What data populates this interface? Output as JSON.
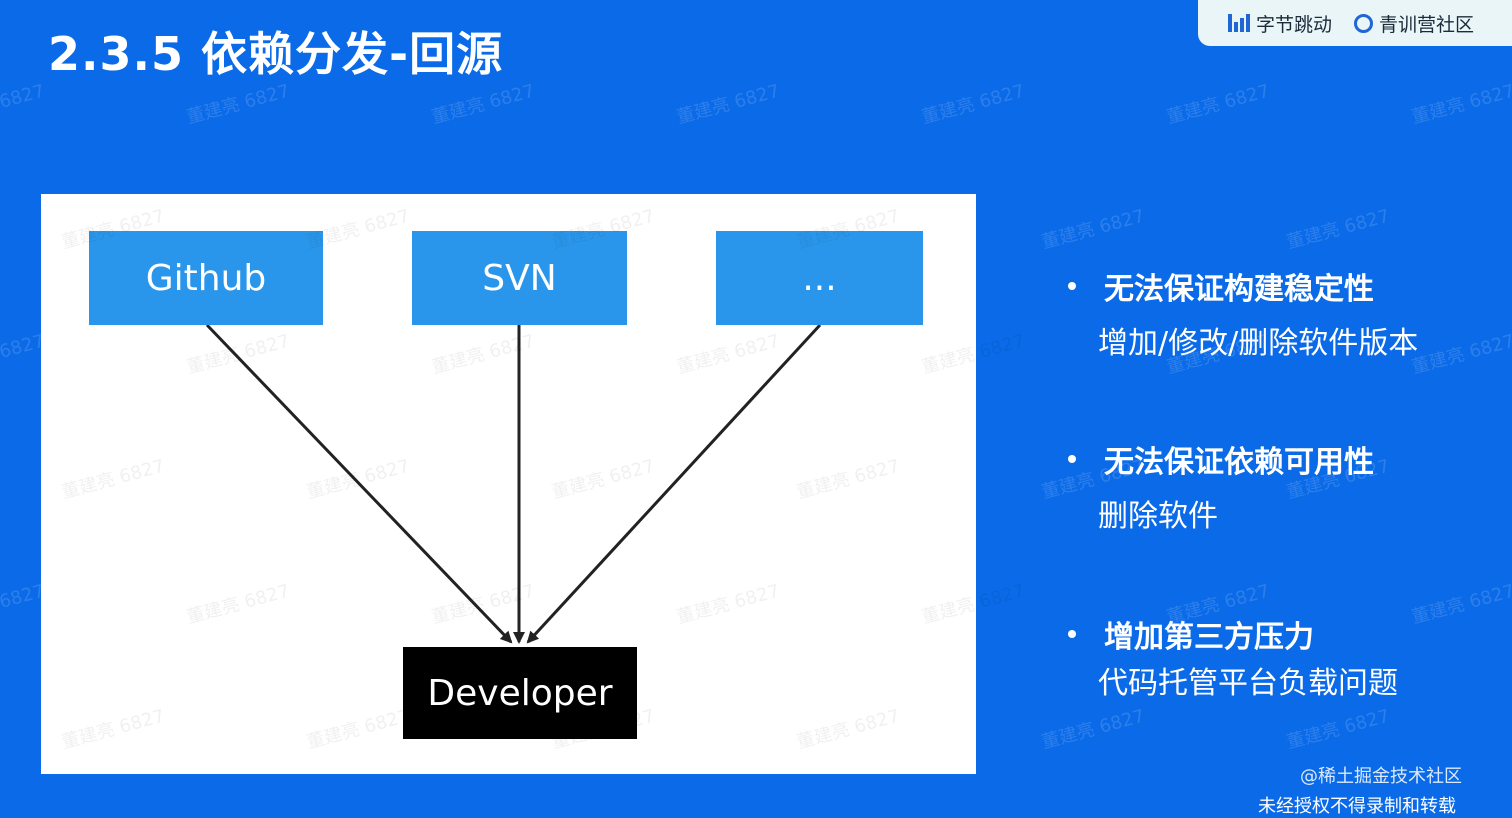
{
  "slide": {
    "title": "2.3.5 依赖分发-回源"
  },
  "brand": {
    "company": "字节跳动",
    "community": "青训营社区"
  },
  "diagram": {
    "sources": [
      {
        "label": "Github"
      },
      {
        "label": "SVN"
      },
      {
        "label": "..."
      }
    ],
    "target": {
      "label": "Developer"
    }
  },
  "bullets": [
    {
      "head": "无法保证构建稳定性",
      "sub": "增加/修改/删除软件版本"
    },
    {
      "head": "无法保证依赖可用性",
      "sub": "删除软件"
    },
    {
      "head": "增加第三方压力",
      "sub": "代码托管平台负载问题"
    }
  ],
  "watermark": {
    "text": "董建亮 6827"
  },
  "footer": {
    "source": "@稀土掘金技术社区",
    "notice": "未经授权不得录制和转载"
  },
  "colors": {
    "background": "#0a6ae8",
    "node": "#2a96eb",
    "target": "#000000",
    "panel": "#ffffff"
  }
}
